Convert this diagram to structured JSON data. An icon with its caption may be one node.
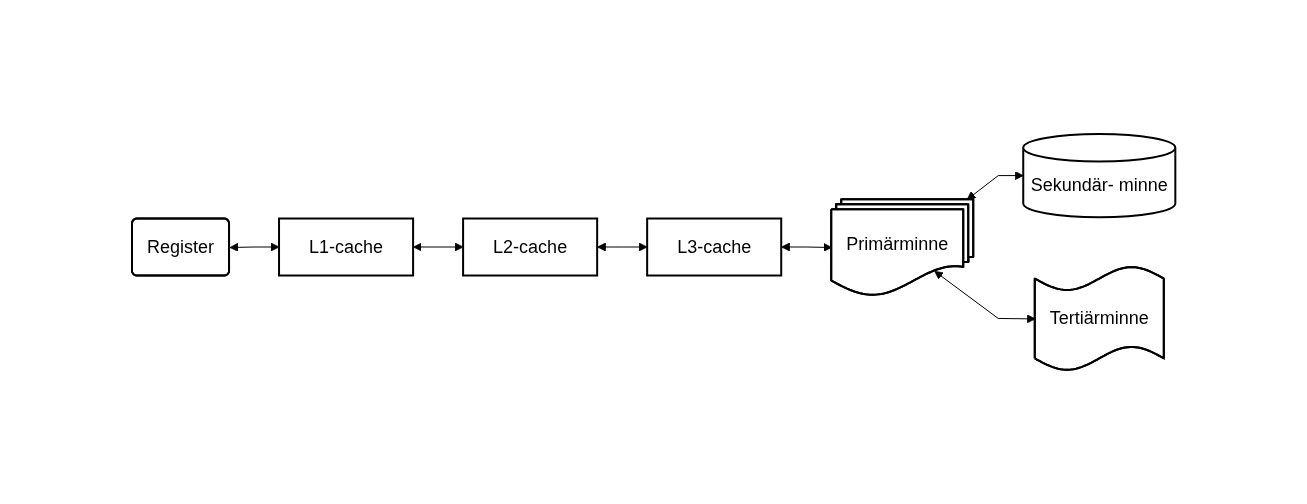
{
  "diagram": {
    "nodes": [
      {
        "text": [
          "Register"
        ]
      },
      {
        "text": [
          "L1-cache"
        ]
      },
      {
        "text": [
          "L2-cache"
        ]
      },
      {
        "text": [
          "L3-cache"
        ]
      },
      {
        "text": [
          "Primärminne"
        ]
      },
      {
        "text": [
          "Sekundär- minne"
        ]
      },
      {
        "text": [
          "Tertiärminne"
        ]
      }
    ],
    "edges": [
      {
        "from": 0,
        "to": 1,
        "arrow": "both"
      },
      {
        "from": 1,
        "to": 2,
        "arrow": "both"
      },
      {
        "from": 2,
        "to": 3,
        "arrow": "both"
      },
      {
        "from": 3,
        "to": 4,
        "arrow": "both"
      },
      {
        "from": 4,
        "to": 5,
        "arrow": "both"
      },
      {
        "from": 4,
        "to": 6,
        "arrow": "both"
      }
    ]
  }
}
